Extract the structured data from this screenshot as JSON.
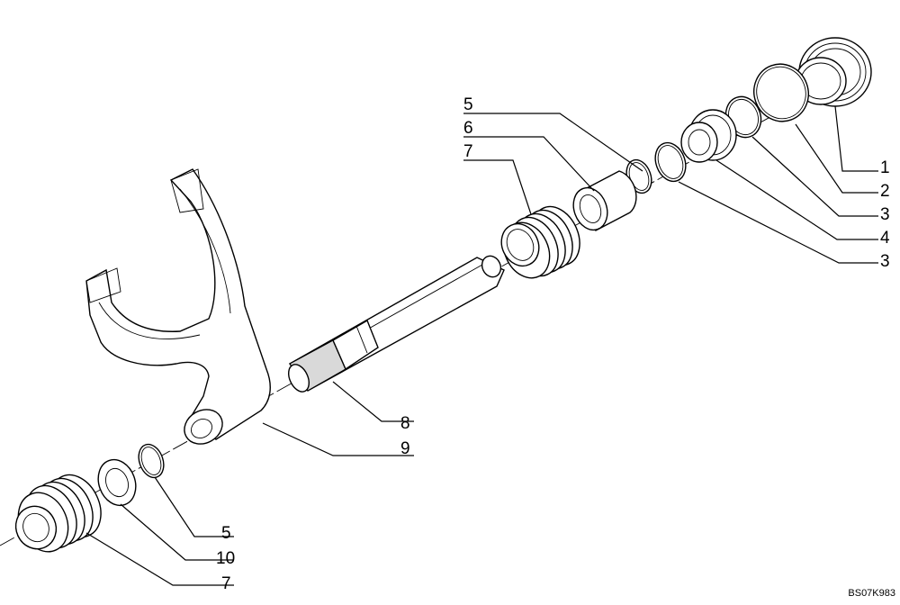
{
  "drawing_code": "BS07K983",
  "callouts": [
    {
      "label": "1",
      "part": "plug"
    },
    {
      "label": "2",
      "part": "o-ring-large"
    },
    {
      "label": "3",
      "part": "o-ring-middle"
    },
    {
      "label": "4",
      "part": "guide-bushing"
    },
    {
      "label": "3",
      "part": "o-ring-small"
    },
    {
      "label": "5",
      "part": "snap-ring-upper"
    },
    {
      "label": "6",
      "part": "spacer-sleeve"
    },
    {
      "label": "7",
      "part": "spring-upper"
    },
    {
      "label": "8",
      "part": "shift-rail"
    },
    {
      "label": "9",
      "part": "shift-fork"
    },
    {
      "label": "5",
      "part": "snap-ring-lower"
    },
    {
      "label": "10",
      "part": "washer"
    },
    {
      "label": "7",
      "part": "spring-lower"
    }
  ]
}
